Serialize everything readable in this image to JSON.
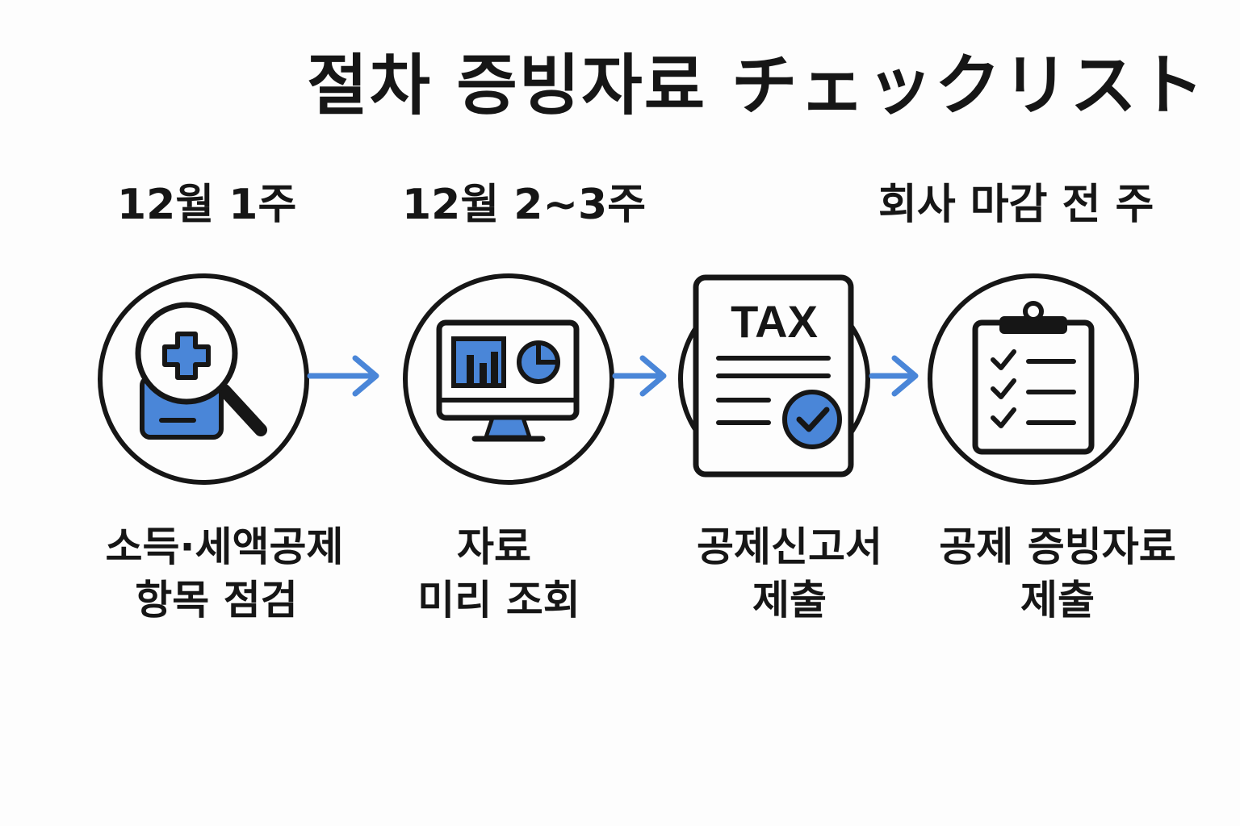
{
  "title": "절차 증빙자료 チェックリスト",
  "steps": [
    {
      "period": "12월 1주",
      "label_line1": "소득·세액공제",
      "label_line2": "항목 점검",
      "icon": "magnifier-plus-icon"
    },
    {
      "period": "12월 2~3주",
      "label_line1": "자료",
      "label_line2": "미리 조회",
      "icon": "monitor-chart-icon"
    },
    {
      "period": "",
      "label_line1": "공제신고서",
      "label_line2": "제출",
      "icon": "tax-document-icon",
      "doc_text": "TAX"
    },
    {
      "period": "회사 마감 전 주",
      "label_line1": "공제 증빙자료",
      "label_line2": "제출",
      "icon": "clipboard-checklist-icon"
    }
  ],
  "colors": {
    "accent": "#4a86d8",
    "ink": "#161616",
    "background": "#fdfdfd"
  }
}
